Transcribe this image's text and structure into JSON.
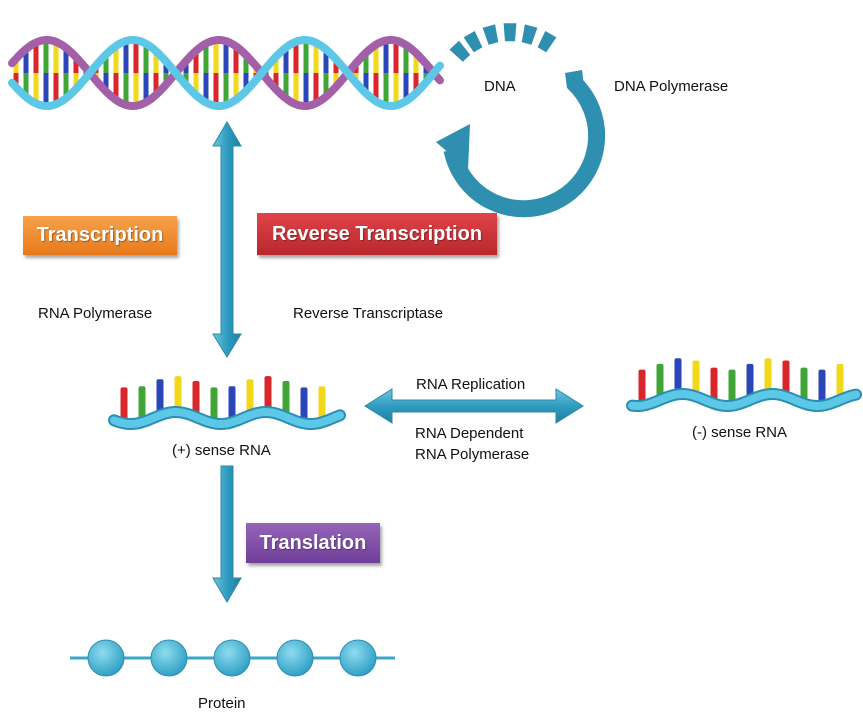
{
  "labels": {
    "dna": "DNA",
    "dna_polymerase": "DNA Polymerase",
    "rna_polymerase": "RNA Polymerase",
    "reverse_transcriptase": "Reverse Transcriptase",
    "rna_replication": "RNA Replication",
    "rna_dependent_line1": "RNA Dependent",
    "rna_dependent_line2": "RNA Polymerase",
    "plus_sense_rna": "(+) sense RNA",
    "minus_sense_rna": "(-) sense RNA",
    "protein": "Protein"
  },
  "boxes": {
    "transcription": "Transcription",
    "reverse_transcription": "Reverse Transcription",
    "translation": "Translation"
  },
  "colors": {
    "arrow_blue": "#3ea9c9",
    "backbone_cyan": "#5cc7e6",
    "backbone_purple": "#a45fa9",
    "transcription_orange": "#f08a2c",
    "reverse_red": "#c9353a",
    "translation_purple": "#7e4ea6",
    "base_red": "#d8262a",
    "base_green": "#3fa535",
    "base_blue": "#2a46b8",
    "base_yellow": "#f1d81b"
  }
}
